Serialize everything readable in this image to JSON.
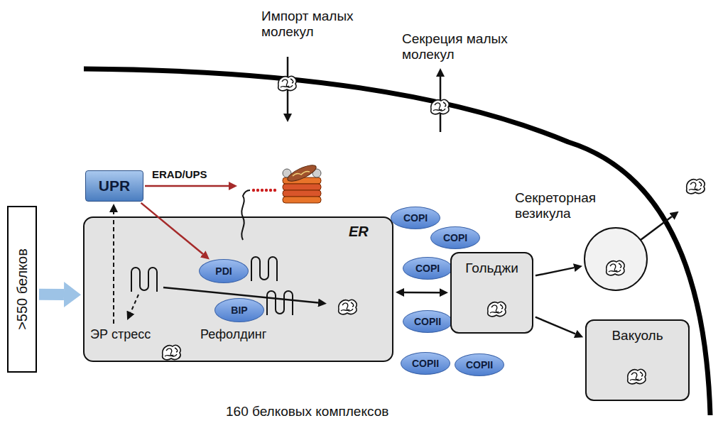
{
  "diagram": {
    "nodes": [
      {
        "text": [
          ">550 белков"
        ]
      },
      {
        "text": [
          "UPR"
        ]
      },
      {
        "text": [
          "ER",
          "ЭР стресс",
          "Рефолдинг"
        ]
      },
      {
        "text": [
          "PDI"
        ],
        "in": 2
      },
      {
        "text": [
          "BIP"
        ],
        "in": 2
      },
      {
        "text": [
          "COPI"
        ]
      },
      {
        "text": [
          "COPI"
        ]
      },
      {
        "text": [
          "COPI"
        ]
      },
      {
        "text": [
          "COPII"
        ]
      },
      {
        "text": [
          "COPII"
        ]
      },
      {
        "text": [
          "COPII"
        ]
      },
      {
        "text": [
          "Гольджи"
        ]
      },
      {
        "text": [
          "Секреторная везикула"
        ]
      },
      {
        "text": [
          "Вакуоль"
        ]
      }
    ],
    "edges": [
      {
        "from": 0,
        "to": 2,
        "arrow": "to"
      },
      {
        "from": 2,
        "to": 1,
        "arrow": "to"
      },
      {
        "from": 1,
        "to": 3,
        "arrow": "to"
      },
      {
        "from": 2,
        "to": 11,
        "arrow": "both"
      },
      {
        "from": 11,
        "to": 12,
        "arrow": "to"
      },
      {
        "from": 11,
        "to": 13,
        "arrow": "to"
      }
    ],
    "labels": [
      "Импорт малых молекул",
      "Секреция малых молекул",
      "ERAD/UPS",
      "160 белковых комплексов"
    ]
  }
}
